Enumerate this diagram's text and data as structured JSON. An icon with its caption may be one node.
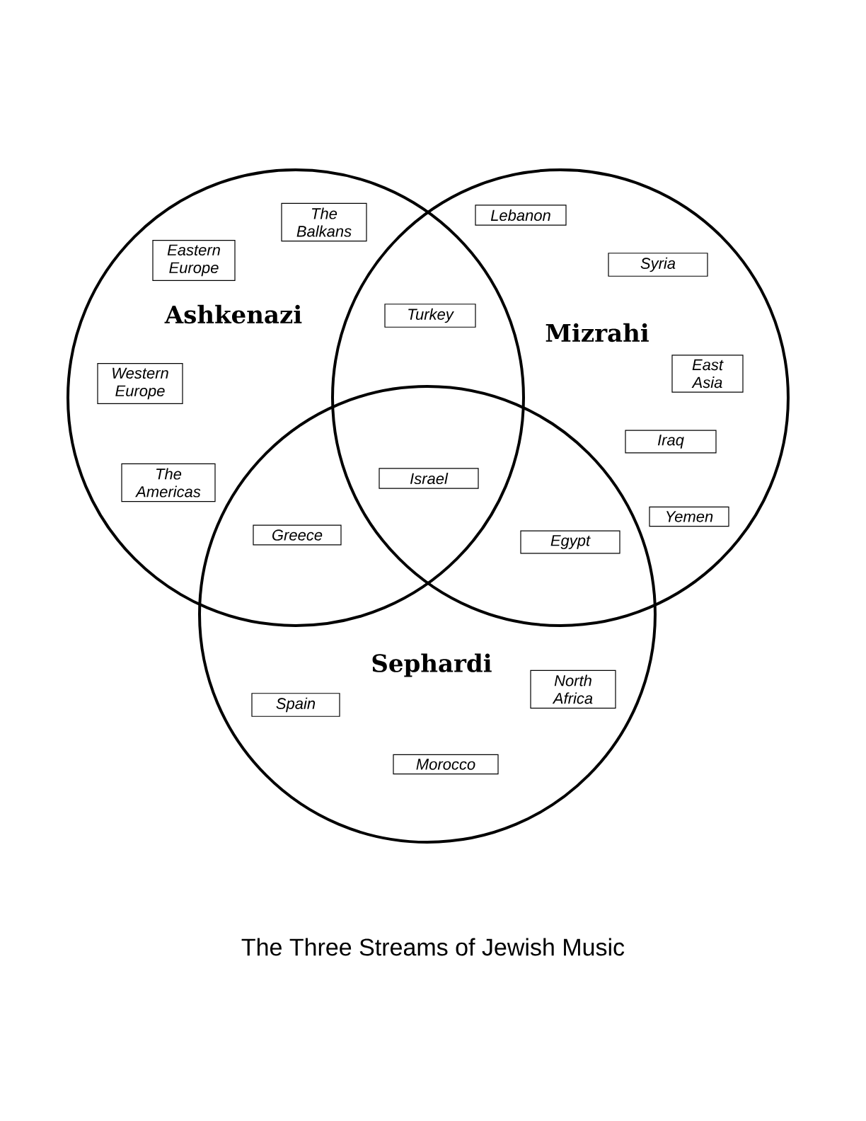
{
  "diagram": {
    "caption": "The Three Streams of Jewish Music",
    "nodes": [
      {
        "text": [
          "Ashkenazi"
        ]
      },
      {
        "text": [
          "Mizrahi"
        ]
      },
      {
        "text": [
          "Sephardi"
        ]
      },
      {
        "text": [
          "The Balkans"
        ],
        "in": 0
      },
      {
        "text": [
          "Eastern Europe"
        ],
        "in": 0
      },
      {
        "text": [
          "Western Europe"
        ],
        "in": 0
      },
      {
        "text": [
          "The Americas"
        ],
        "in": 0
      },
      {
        "text": [
          "Turkey"
        ]
      },
      {
        "text": [
          "Lebanon"
        ],
        "in": 1
      },
      {
        "text": [
          "Syria"
        ],
        "in": 1
      },
      {
        "text": [
          "East Asia"
        ],
        "in": 1
      },
      {
        "text": [
          "Iraq"
        ],
        "in": 1
      },
      {
        "text": [
          "Yemen"
        ],
        "in": 1
      },
      {
        "text": [
          "Israel"
        ]
      },
      {
        "text": [
          "Greece"
        ]
      },
      {
        "text": [
          "Egypt"
        ]
      },
      {
        "text": [
          "Spain"
        ],
        "in": 2
      },
      {
        "text": [
          "North Africa"
        ],
        "in": 2
      },
      {
        "text": [
          "Morocco"
        ],
        "in": 2
      }
    ],
    "edges": []
  }
}
